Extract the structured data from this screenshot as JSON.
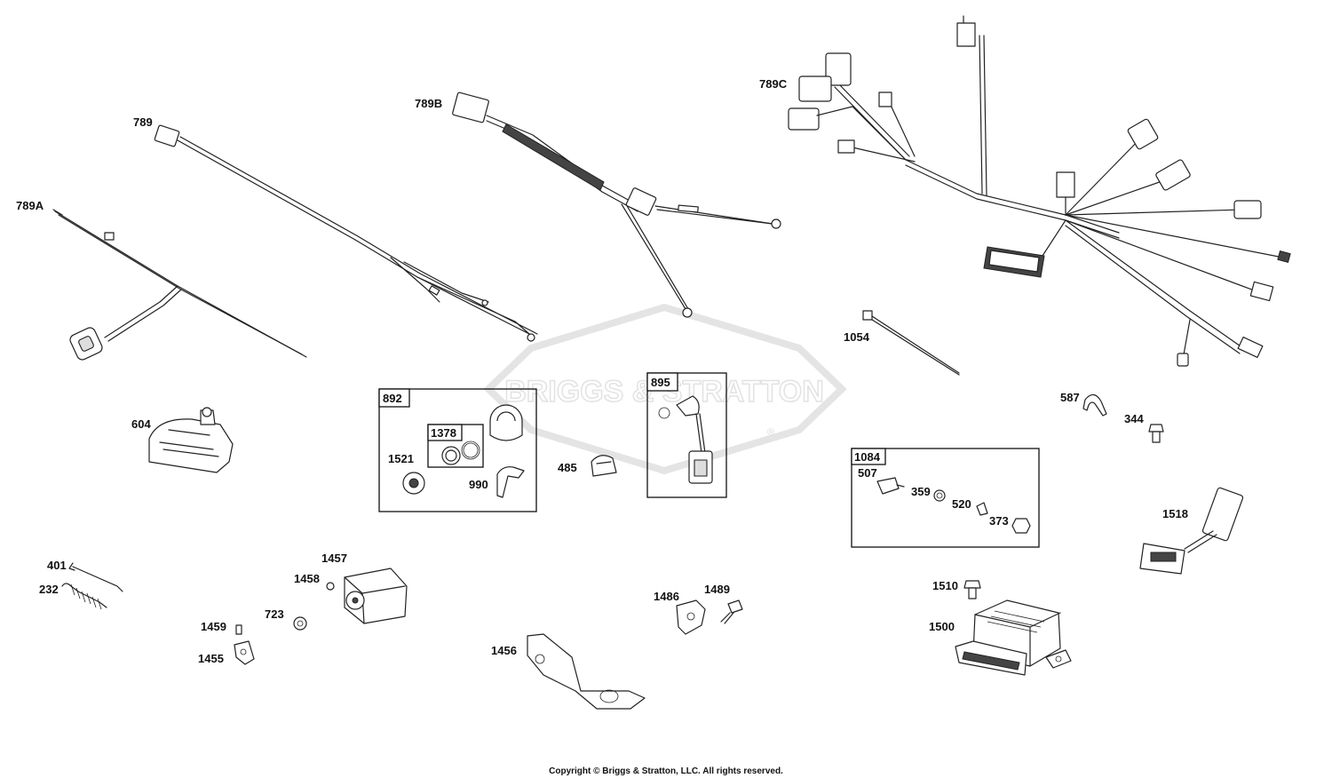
{
  "watermark": {
    "brand": "BRIGGS & STRATTON",
    "registered": "®"
  },
  "labels": {
    "p789": "789",
    "p789A": "789A",
    "p789B": "789B",
    "p789C": "789C",
    "p1054": "1054",
    "p587": "587",
    "p344": "344",
    "p604": "604",
    "p892": "892",
    "p1378": "1378",
    "p1521": "1521",
    "p990": "990",
    "p485": "485",
    "p895": "895",
    "p1084": "1084",
    "p507": "507",
    "p359": "359",
    "p520": "520",
    "p373": "373",
    "p1518": "1518",
    "p401": "401",
    "p232": "232",
    "p1457": "1457",
    "p1458": "1458",
    "p723": "723",
    "p1459": "1459",
    "p1455": "1455",
    "p1456": "1456",
    "p1486": "1486",
    "p1489": "1489",
    "p1510": "1510",
    "p1500": "1500"
  },
  "copyright": "Copyright © Briggs & Stratton, LLC. All rights reserved."
}
